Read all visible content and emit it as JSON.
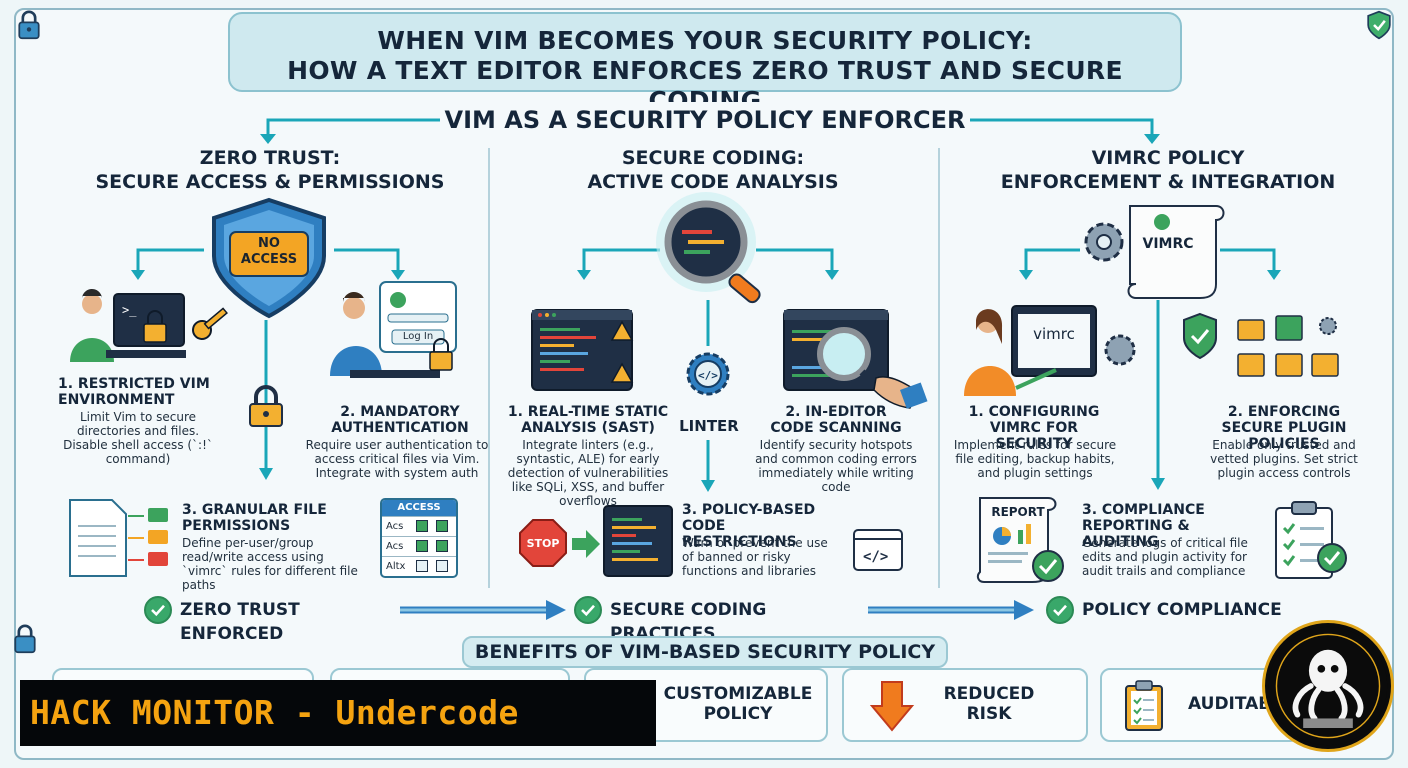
{
  "title": {
    "line1": "WHEN VIM BECOMES YOUR SECURITY POLICY:",
    "line2": "HOW A TEXT EDITOR ENFORCES ZERO TRUST AND SECURE CODING"
  },
  "section_header": "VIM AS A SECURITY POLICY ENFORCER",
  "columns": [
    {
      "title_line1": "ZERO TRUST:",
      "title_line2": "SECURE ACCESS & PERMISSIONS",
      "shield_text_line1": "NO",
      "shield_text_line2": "ACCESS",
      "steps": [
        {
          "title": "1. RESTRICTED VIM ENVIRONMENT",
          "desc": "Limit Vim to secure directories and files. Disable shell access (`:!` command)"
        },
        {
          "title": "2. MANDATORY AUTHENTICATION",
          "desc": "Require user authentication to access critical files via Vim. Integrate with system auth",
          "login_label": "Log In"
        },
        {
          "title": "3. GRANULAR FILE PERMISSIONS",
          "desc": "Define per-user/group read/write access using `vimrc` rules for different file paths"
        }
      ],
      "access_table": {
        "header": "ACCESS",
        "rows": [
          "Acs",
          "Acs",
          "Altx"
        ]
      }
    },
    {
      "title_line1": "SECURE CODING:",
      "title_line2": "ACTIVE CODE ANALYSIS",
      "linter_label": "LINTER",
      "stop_label": "STOP",
      "steps": [
        {
          "title": "1. REAL-TIME STATIC ANALYSIS (SAST)",
          "desc": "Integrate linters (e.g., syntastic, ALE) for early detection of vulnerabilities like SQLi, XSS, and buffer overflows"
        },
        {
          "title": "2. IN-EDITOR CODE SCANNING",
          "desc": "Identify security hotspots and common coding errors immediately while writing code"
        },
        {
          "title": "3. POLICY-BASED CODE RESTRICTIONS",
          "desc": "Warn or prevent the use of banned or risky functions and libraries"
        }
      ]
    },
    {
      "title_line1": "VIMRC POLICY",
      "title_line2": "ENFORCEMENT & INTEGRATION",
      "scroll_label": "VIMRC",
      "screen_label": "vimrc",
      "report_label": "REPORT",
      "steps": [
        {
          "title": "1. CONFIGURING VIMRC FOR SECURITY",
          "desc": "Implement rules for secure file editing, backup habits, and plugin settings"
        },
        {
          "title": "2. ENFORCING SECURE PLUGIN POLICIES",
          "desc": "Enable only trusted and vetted plugins. Set strict plugin access controls"
        },
        {
          "title": "3. COMPLIANCE REPORTING & AUDITING",
          "desc": "Generate logs of critical file edits and plugin activity for audit trails and compliance"
        }
      ]
    }
  ],
  "outcomes": [
    "ZERO TRUST ENFORCED",
    "SECURE CODING PRACTICES",
    "POLICY COMPLIANCE"
  ],
  "benefits": {
    "header": "BENEFITS OF VIM-BASED SECURITY POLICY",
    "cards": [
      {
        "label": ""
      },
      {
        "label": ""
      },
      {
        "label": "CUSTOMIZABLE POLICY"
      },
      {
        "label": "REDUCED RISK"
      },
      {
        "label": "AUDITAB"
      }
    ]
  },
  "banner": "HACK MONITOR - Undercode",
  "colors": {
    "accent": "#1aa6b8",
    "green": "#39a86a",
    "orange": "#f5a310",
    "red": "#e2453a",
    "navy": "#15263a"
  }
}
